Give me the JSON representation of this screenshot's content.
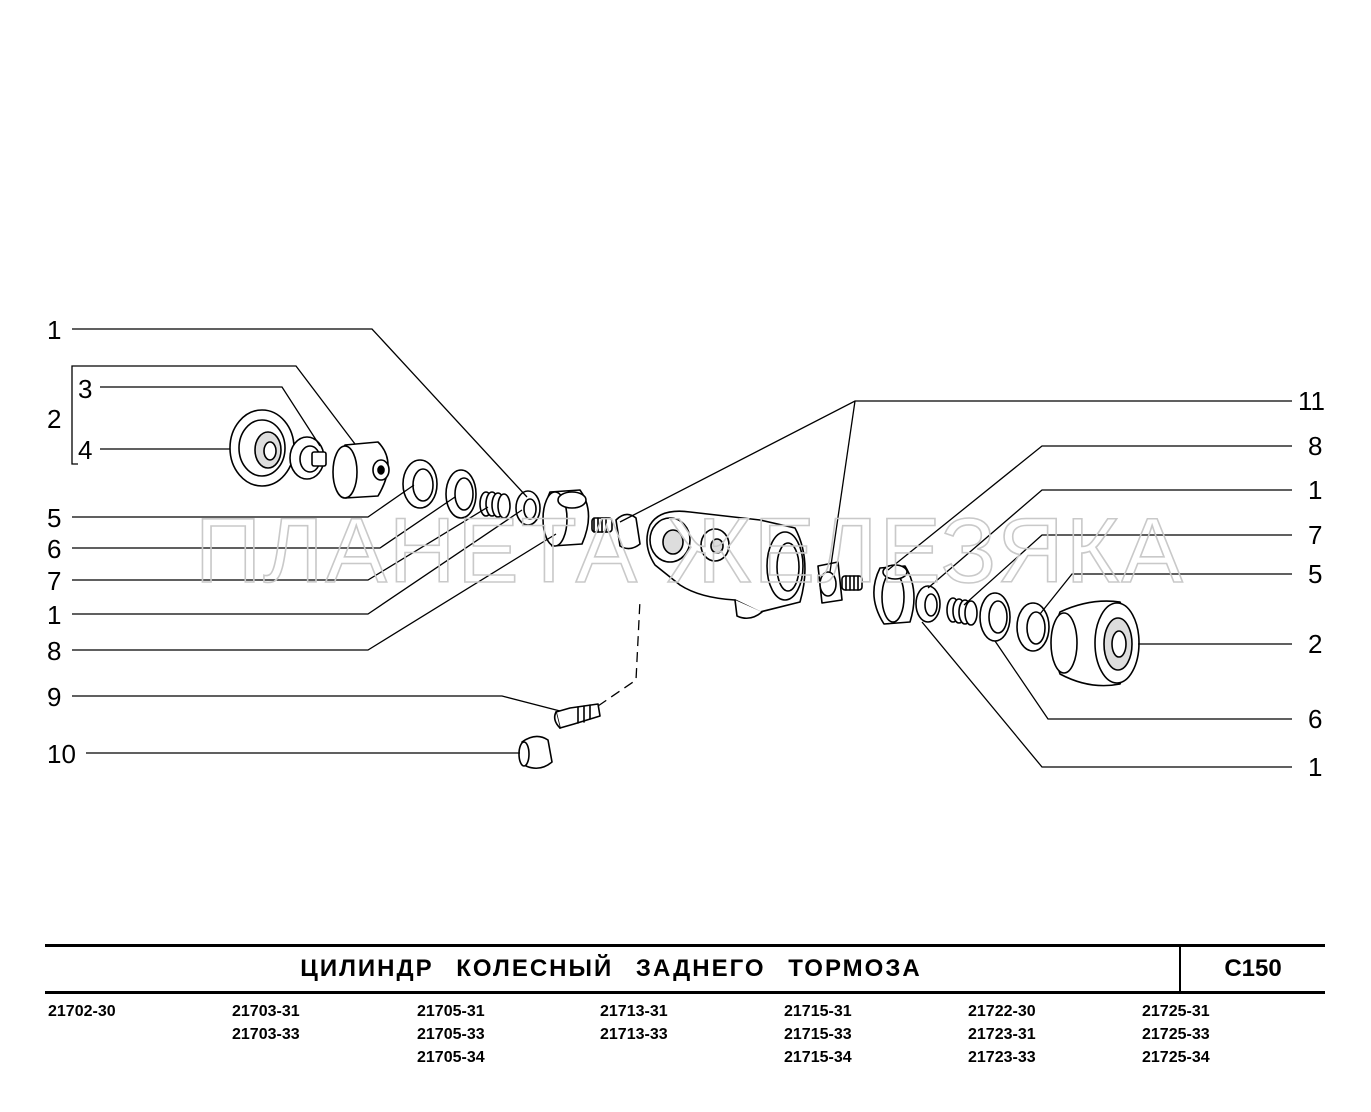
{
  "diagram": {
    "watermark": "ПЛАНЕТА ЖЕЛЕЗЯКА",
    "callouts_left": [
      "1",
      "2",
      "3",
      "4",
      "5",
      "6",
      "7",
      "1",
      "8",
      "9",
      "10"
    ],
    "callouts_right": [
      "11",
      "8",
      "1",
      "7",
      "5",
      "2",
      "6",
      "1"
    ]
  },
  "footer": {
    "title": "ЦИЛИНДР КОЛЕСНЫЙ ЗАДНЕГО ТОРМОЗА",
    "code": "C150",
    "models": [
      [
        "21702-30"
      ],
      [
        "21703-31",
        "21703-33"
      ],
      [
        "21705-31",
        "21705-33",
        "21705-34"
      ],
      [
        "21713-31",
        "21713-33"
      ],
      [
        "21715-31",
        "21715-33",
        "21715-34"
      ],
      [
        "21722-30",
        "21723-31",
        "21723-33"
      ],
      [
        "21725-31",
        "21725-33",
        "21725-34"
      ]
    ]
  }
}
